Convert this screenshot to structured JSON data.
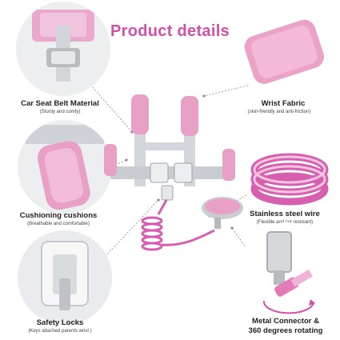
{
  "page": {
    "title": "Product details"
  },
  "features": [
    {
      "label": "Car Seat Belt Material",
      "sub": "(Sturdy and comfy)"
    },
    {
      "label": "Wrist Fabric",
      "sub": "(skin-friendly and anti-friction)"
    },
    {
      "label": "Cushioning cushions",
      "sub": "(Breathable and comfortable)"
    },
    {
      "label": "Stainless steel wire",
      "sub": "(Flexible and cut resistant)"
    },
    {
      "label": "Safety Locks",
      "sub": "(Keys attached parents wrist )"
    },
    {
      "label": "Metal Connector &",
      "sub": "360 degrees rotating"
    }
  ],
  "colors": {
    "accent": "#d44fa6",
    "pink": "#e9a0c6",
    "silver": "#c8ccd0",
    "line": "#9a9a9a"
  }
}
